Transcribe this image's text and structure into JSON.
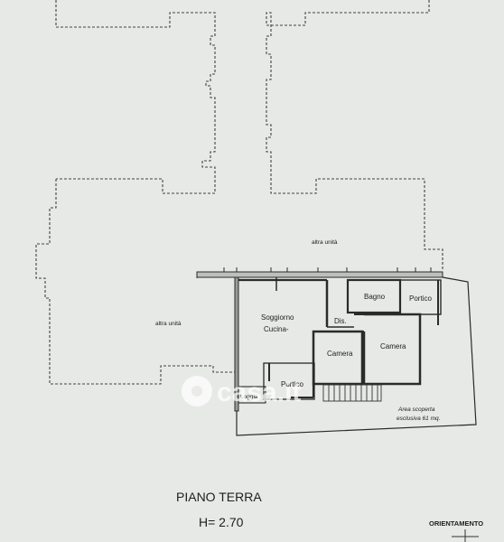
{
  "floor": {
    "title": "PIANO TERRA",
    "height": "H= 2.70"
  },
  "orientation": {
    "label": "ORIENTAMENTO"
  },
  "labels": {
    "neighbor_top": "altra unità",
    "neighbor_left": "altra unità"
  },
  "rooms": {
    "bagno": "Bagno",
    "portico_right": "Portico",
    "soggiorno_line1": "Soggiorno",
    "soggiorno_line2": "Cucina-",
    "dis": "Dis.",
    "camera_1": "Camera",
    "camera_2": "Camera",
    "portico_bottom": "Portico",
    "loggia": "Loggia"
  },
  "outdoor": {
    "line1": "Area scoperta",
    "line2": "esclusiva 61 mq."
  },
  "watermark": {
    "text": "casa.it"
  },
  "colors": {
    "paper": "#e7e9e6",
    "line": "#2a2a2a",
    "dash": "#444444"
  }
}
